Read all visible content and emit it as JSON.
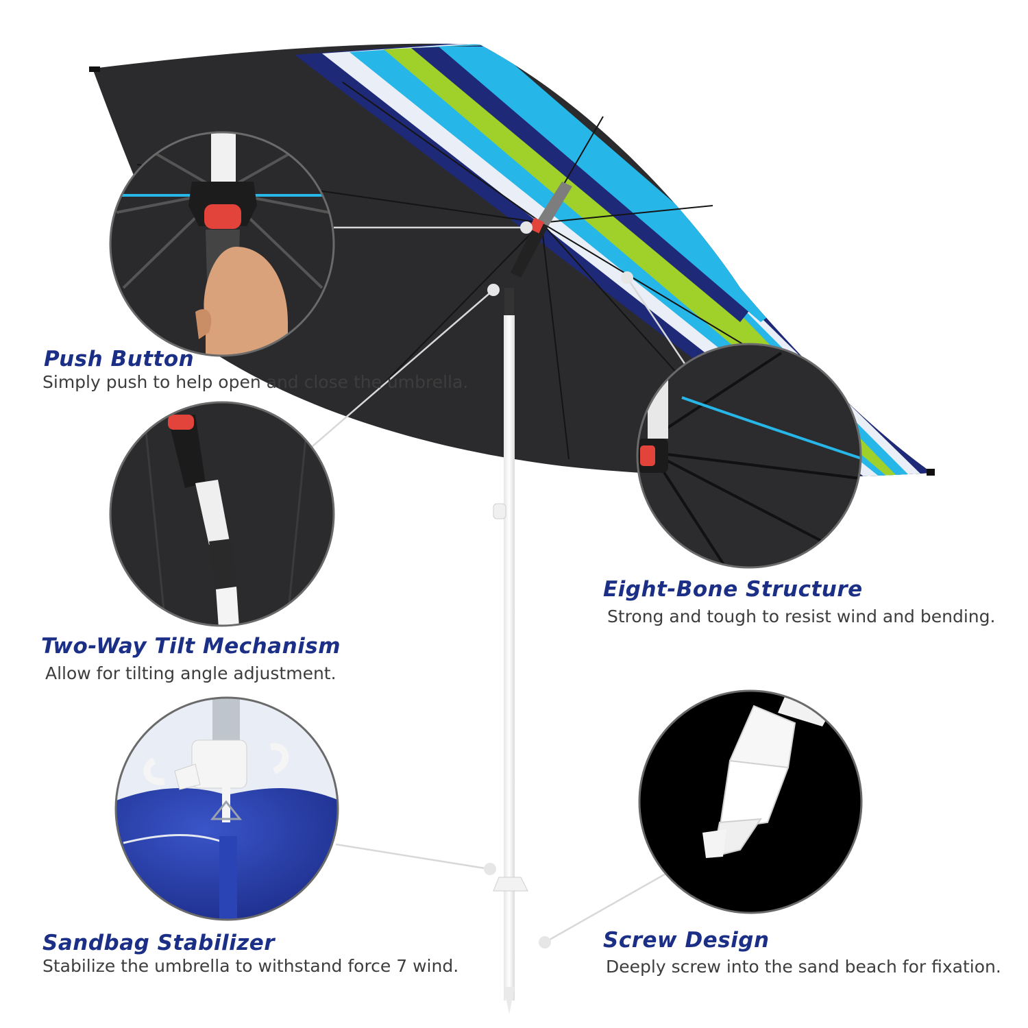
{
  "colors": {
    "title_text": "#1b2f86",
    "desc_text": "#3d3d3d",
    "canopy_underside": "#2b2b2d",
    "stripe_navy": "#1e2a78",
    "stripe_lime": "#9fd12a",
    "stripe_sky": "#27b6e8",
    "stripe_white": "#e9eef7",
    "pole": "#f4f4f4",
    "button_red": "#e2433b",
    "connector_line": "#d8d8d8"
  },
  "features": [
    {
      "title": "Push Button",
      "description": "Simply push to help open and close the umbrella."
    },
    {
      "title": "Two-Way Tilt Mechanism",
      "description": "Allow for  tilting angle adjustment."
    },
    {
      "title": "Sandbag Stabilizer",
      "description": "Stabilize the umbrella to withstand force 7 wind."
    },
    {
      "title": "Eight-Bone Structure",
      "description": "Strong and tough to resist wind and bending."
    },
    {
      "title": "Screw Design",
      "description": "Deeply screw into the sand beach for fixation."
    }
  ],
  "icons": {
    "umbrella": "umbrella-illustration",
    "push_button": "push-button-closeup-icon",
    "tilt": "tilt-mechanism-closeup-icon",
    "sandbag": "sandbag-hook-closeup-icon",
    "ribs": "rib-structure-closeup-icon",
    "screw": "screw-tip-closeup-icon"
  }
}
